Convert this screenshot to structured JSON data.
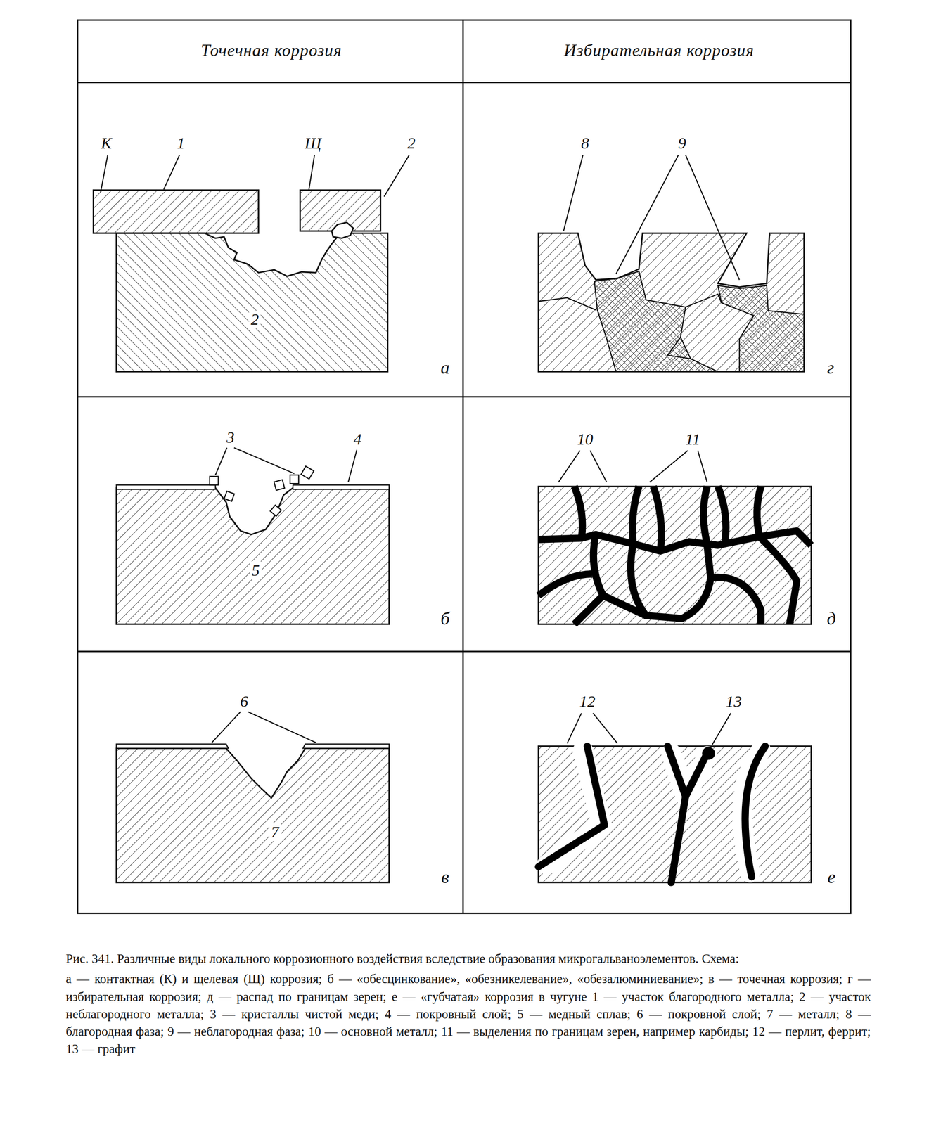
{
  "diagram": {
    "caption": "Рис. 341. Различные виды локального коррозионного воздействия вследствие образования микрогальваноэлементов. Схема:",
    "labels": [
      "Точечная коррозия",
      "Избирательная коррозия",
      "К",
      "1",
      "Щ",
      "2",
      "2",
      "а",
      "8",
      "9",
      "г",
      "3",
      "4",
      "5",
      "б",
      "10",
      "11",
      "д",
      "6",
      "7",
      "в",
      "12",
      "13",
      "е",
      "а — контактная (К) и щелевая (Щ) коррозия; б — «обесцинкование», «обезникелевание», «обезалюминиевание»; в — точечная коррозия; г — избирательная коррозия; д — распад по границам зерен; е — «губчатая» коррозия в чугуне 1 — участок благородного металла; 2 — участок неблагородного металла; 3 — кристаллы чистой меди; 4 — покровный слой; 5 — медный сплав; 6 — покровной слой; 7 — металл; 8 — благородная фаза; 9 — неблагородная фаза; 10 — основной металл; 11 — выделения по границам зерен, например карбиды; 12 — перлит, феррит; 13 — графит"
    ]
  }
}
